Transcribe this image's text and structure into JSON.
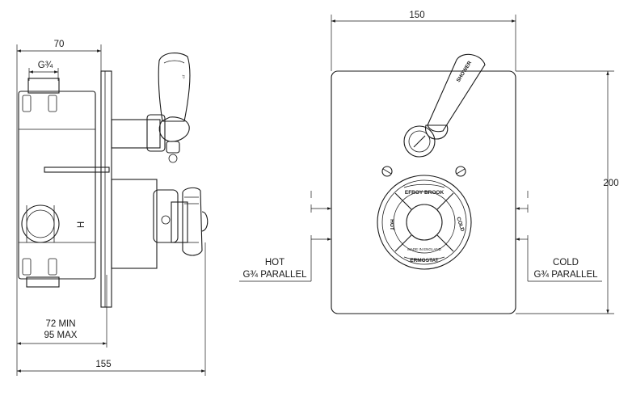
{
  "side_view": {
    "dim_top": "70",
    "thread_label": "G¾",
    "min_depth": "72 MIN",
    "max_depth": "95 MAX",
    "overall_depth": "155",
    "body_mark": "H"
  },
  "front_view": {
    "width": "150",
    "height": "200",
    "hot_label": "HOT",
    "hot_thread": "G¾ PARALLEL",
    "cold_label": "COLD",
    "cold_thread": "G¾ PARALLEL",
    "lever_text": "SHOWER",
    "dial_top": "EFROY BROOK",
    "dial_bottom": "ERMOSTAT",
    "dial_left": "HOT",
    "dial_right": "COLD",
    "dial_small": "MADE IN ENGLAND"
  }
}
